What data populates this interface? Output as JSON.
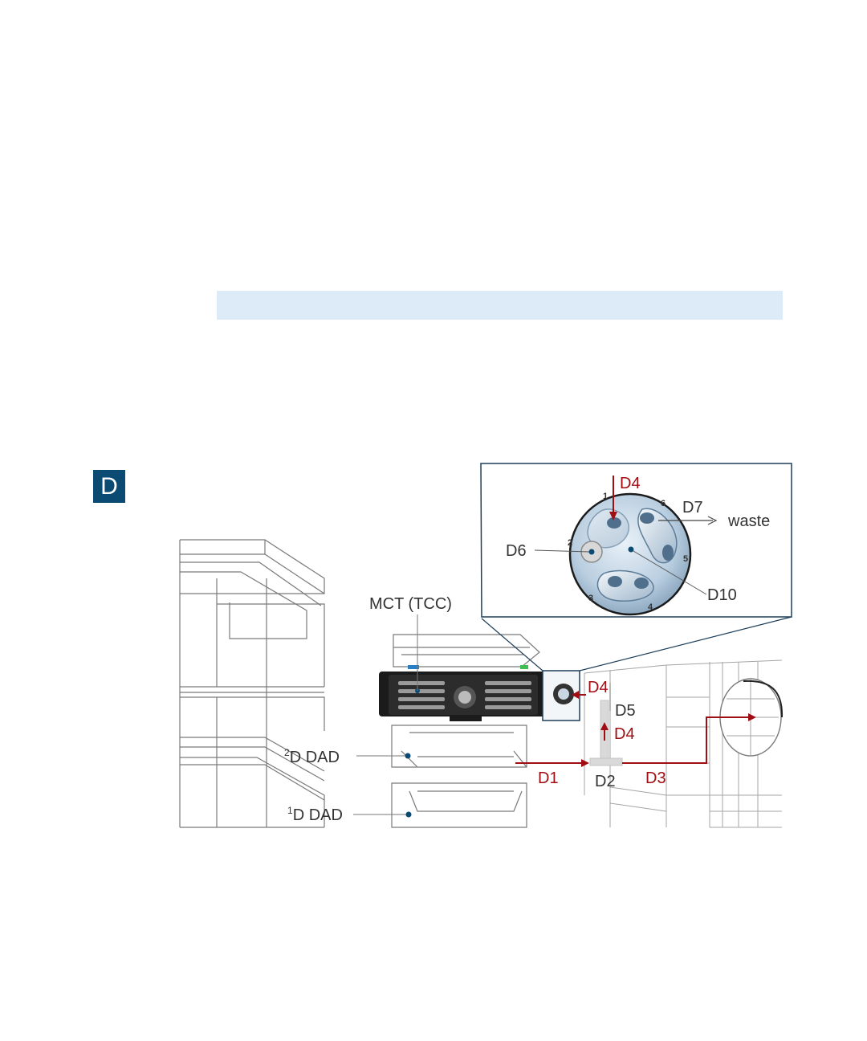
{
  "badge": "D",
  "labels": {
    "mct": "MCT (TCC)",
    "dad2_sup": "2",
    "dad2_text": "D DAD",
    "dad1_sup": "1",
    "dad1_text": "D DAD",
    "d1": "D1",
    "d2": "D2",
    "d3": "D3",
    "d4_valve": "D4",
    "d4_side": "D4",
    "d4_tee": "D4",
    "d5": "D5",
    "d6": "D6",
    "d7": "D7",
    "d10": "D10",
    "waste": "waste"
  },
  "ports": [
    "1",
    "2",
    "3",
    "4",
    "5",
    "6"
  ],
  "colors": {
    "badge": "#0b4a73",
    "highlight_bar": "#dcebf7",
    "flow_path": "#a00e14",
    "inset_border": "#1f3f5a"
  }
}
